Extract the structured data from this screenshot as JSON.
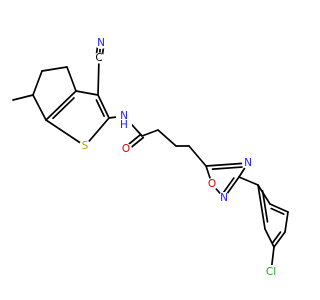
{
  "molecule": {
    "atoms": {
      "n_nitrile": {
        "label": "N",
        "color": "#1e22ff"
      },
      "c_nitrile": {
        "label": "C",
        "color": "#000000"
      },
      "n_amide": {
        "label": "N",
        "color": "#1e22ff"
      },
      "h_amide": {
        "label": "H",
        "color": "#1e22ff"
      },
      "s_thiophene": {
        "label": "S",
        "color": "#b8a300"
      },
      "o_carbonyl": {
        "label": "O",
        "color": "#e00000"
      },
      "o_ring": {
        "label": "O",
        "color": "#e00000"
      },
      "n_ring_top": {
        "label": "N",
        "color": "#1e22ff"
      },
      "n_ring_bottom": {
        "label": "N",
        "color": "#1e22ff"
      },
      "cl": {
        "label": "Cl",
        "color": "#22a822"
      }
    }
  }
}
